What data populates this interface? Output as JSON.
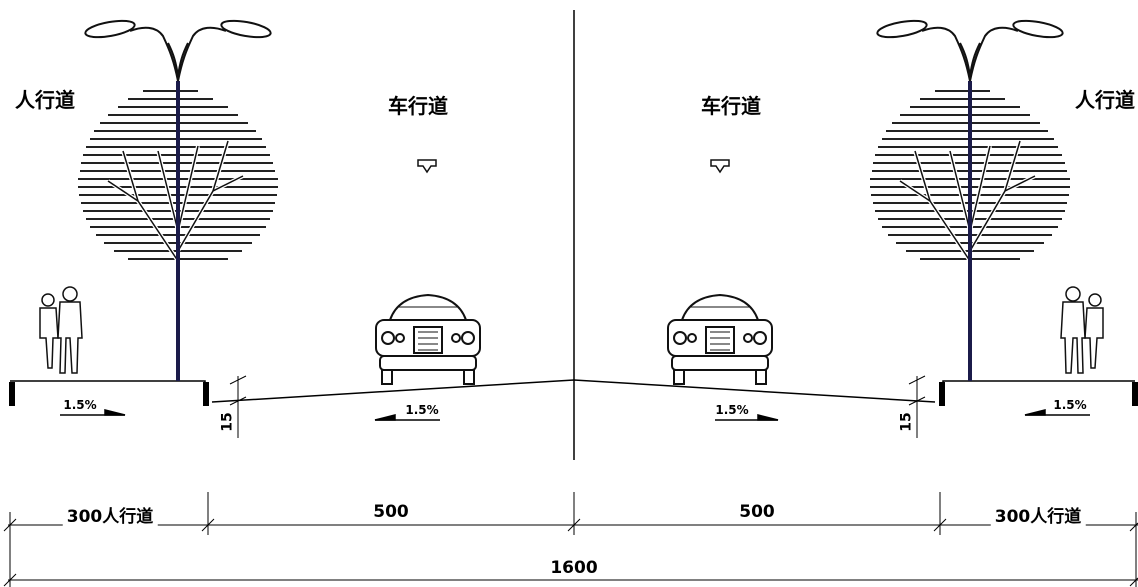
{
  "section": {
    "zones": [
      {
        "label": "人行道"
      },
      {
        "label": "车行道"
      },
      {
        "label": "车行道"
      },
      {
        "label": "人行道"
      }
    ],
    "slopes": [
      "1.5%",
      "1.5%",
      "1.5%",
      "1.5%"
    ],
    "curb_heights": [
      "15",
      "15"
    ],
    "dimensions": [
      "300人行道",
      "500",
      "500",
      "300人行道"
    ],
    "total_width": "1600"
  },
  "icons": [
    "street-lamp-icon",
    "tree-icon",
    "pedestrian-couple-icon",
    "car-front-icon",
    "down-arrow-icon"
  ]
}
